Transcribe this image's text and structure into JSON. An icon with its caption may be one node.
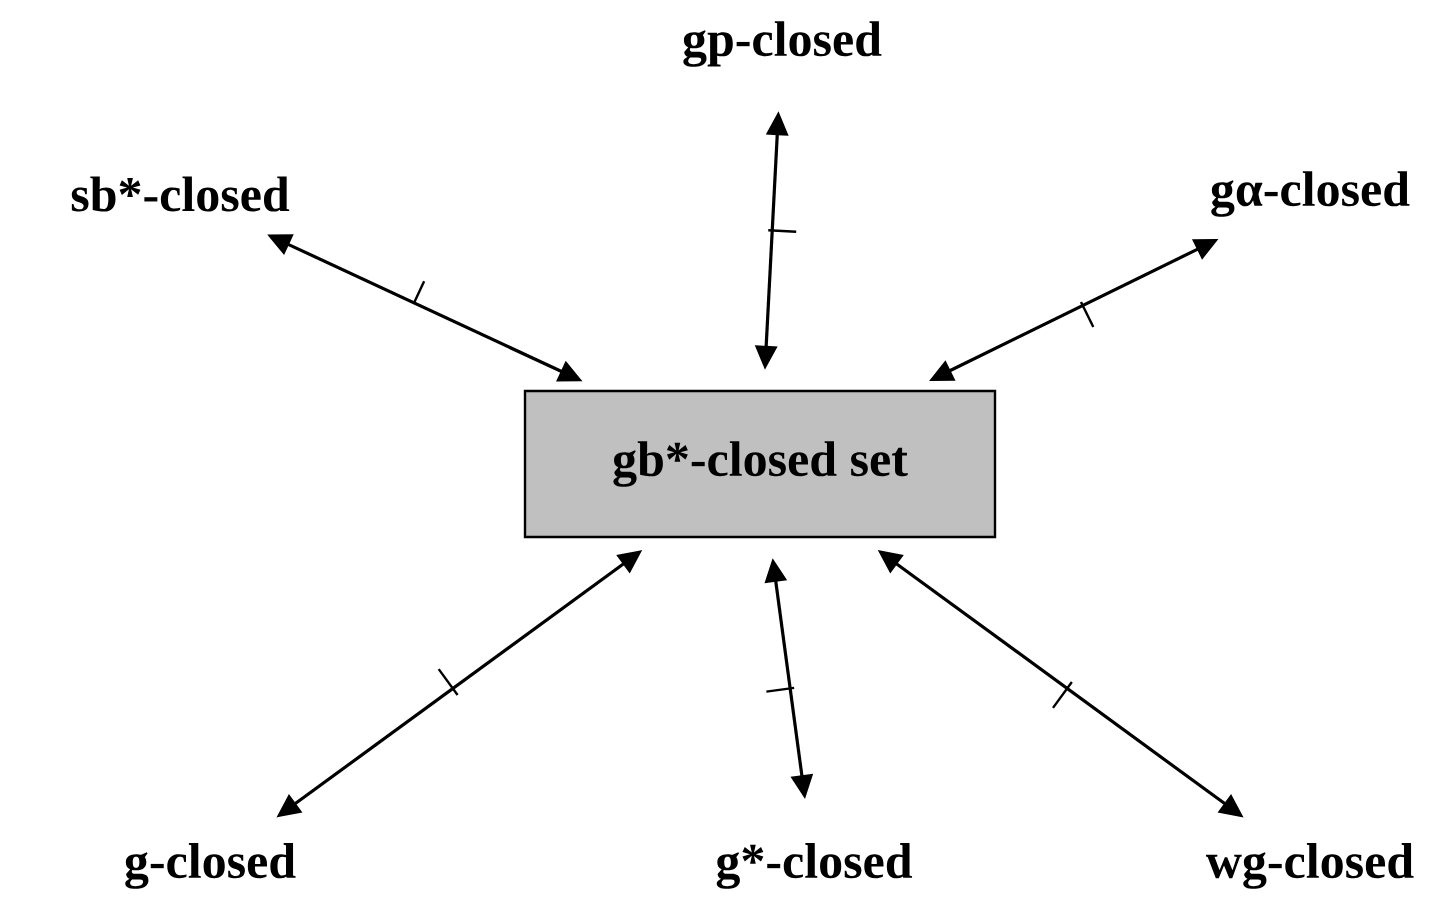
{
  "diagram": {
    "nodes": [
      {
        "text": [
          "gp-closed"
        ]
      },
      {
        "text": [
          "sb*-closed"
        ]
      },
      {
        "text": [
          "gα-closed"
        ]
      },
      {
        "text": [
          "gb*-closed set"
        ]
      },
      {
        "text": [
          "g-closed"
        ]
      },
      {
        "text": [
          "g*-closed"
        ]
      },
      {
        "text": [
          "wg-closed"
        ]
      }
    ],
    "edges": [
      {
        "from": 0,
        "to": 3,
        "arrow": "both"
      },
      {
        "from": 1,
        "to": 3,
        "arrow": "both"
      },
      {
        "from": 2,
        "to": 3,
        "arrow": "both"
      },
      {
        "from": 4,
        "to": 3,
        "arrow": "both"
      },
      {
        "from": 5,
        "to": 3,
        "arrow": "both"
      },
      {
        "from": 6,
        "to": 3,
        "arrow": "both"
      }
    ]
  }
}
